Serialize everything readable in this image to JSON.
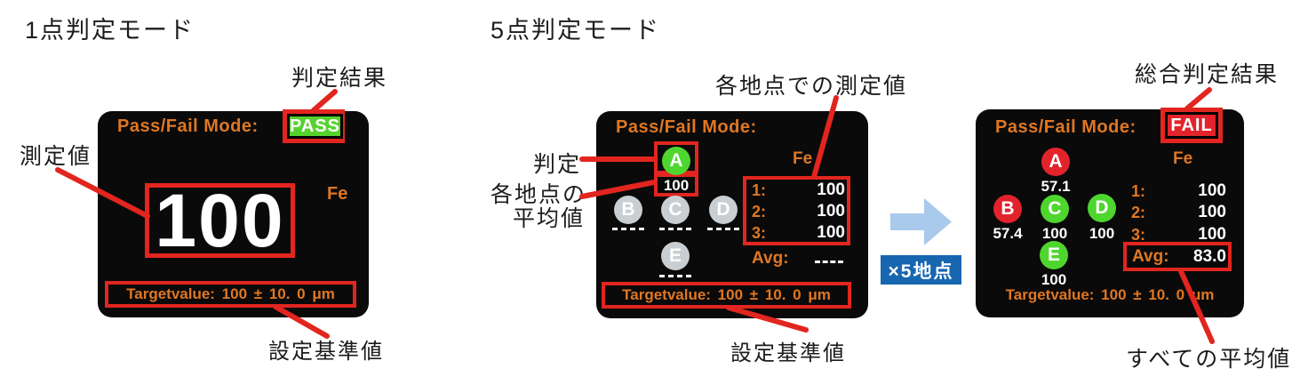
{
  "colors": {
    "accent_orange": "#e07722",
    "annotation_red": "#e2251f",
    "pass_green": "#4fd62e",
    "fail_red": "#e3232b",
    "idle_gray": "#c9ced2",
    "arrow_light_blue": "#a9caea",
    "badge_blue": "#1766b0",
    "screen_bg": "#0a0a0a"
  },
  "panel1": {
    "title": "1点判定モード",
    "labels": {
      "result": "判定結果",
      "measured": "測定値",
      "target": "設定基準値"
    },
    "screen": {
      "mode_label": "Pass/Fail Mode:",
      "badge": "PASS",
      "value": "100",
      "unit_label": "Fe",
      "target_line": "Targetvalue: 100 ± 10. 0  μm"
    }
  },
  "panel2": {
    "title": "5点判定モード",
    "labels": {
      "point_values": "各地点での測定値",
      "judge": "判定",
      "point_avg_line1": "各地点の",
      "point_avg_line2": "平均値",
      "target": "設定基準値"
    },
    "screen": {
      "mode_label": "Pass/Fail Mode:",
      "unit_label": "Fe",
      "points": [
        {
          "letter": "A",
          "value": "100",
          "state": "pass"
        },
        {
          "letter": "B",
          "value": "",
          "state": "idle"
        },
        {
          "letter": "C",
          "value": "",
          "state": "idle"
        },
        {
          "letter": "D",
          "value": "",
          "state": "idle"
        },
        {
          "letter": "E",
          "value": "",
          "state": "idle"
        }
      ],
      "rows": [
        {
          "label": "1:",
          "value": "100"
        },
        {
          "label": "2:",
          "value": "100"
        },
        {
          "label": "3:",
          "value": "100"
        }
      ],
      "avg_label": "Avg:",
      "avg_value": "",
      "target_line": "Targetvalue: 100 ± 10. 0  μm"
    }
  },
  "transition": {
    "badge": "×5地点"
  },
  "panel3": {
    "labels": {
      "overall_result": "総合判定結果",
      "all_avg": "すべての平均値"
    },
    "screen": {
      "mode_label": "Pass/Fail Mode:",
      "badge": "FAIL",
      "unit_label": "Fe",
      "points": [
        {
          "letter": "A",
          "value": "57.1",
          "state": "fail"
        },
        {
          "letter": "B",
          "value": "57.4",
          "state": "fail"
        },
        {
          "letter": "C",
          "value": "100",
          "state": "pass"
        },
        {
          "letter": "D",
          "value": "100",
          "state": "pass"
        },
        {
          "letter": "E",
          "value": "100",
          "state": "pass"
        }
      ],
      "rows": [
        {
          "label": "1:",
          "value": "100"
        },
        {
          "label": "2:",
          "value": "100"
        },
        {
          "label": "3:",
          "value": "100"
        }
      ],
      "avg_label": "Avg:",
      "avg_value": "83.0",
      "target_line": "Targetvalue: 100 ± 10. 0  μm"
    }
  }
}
